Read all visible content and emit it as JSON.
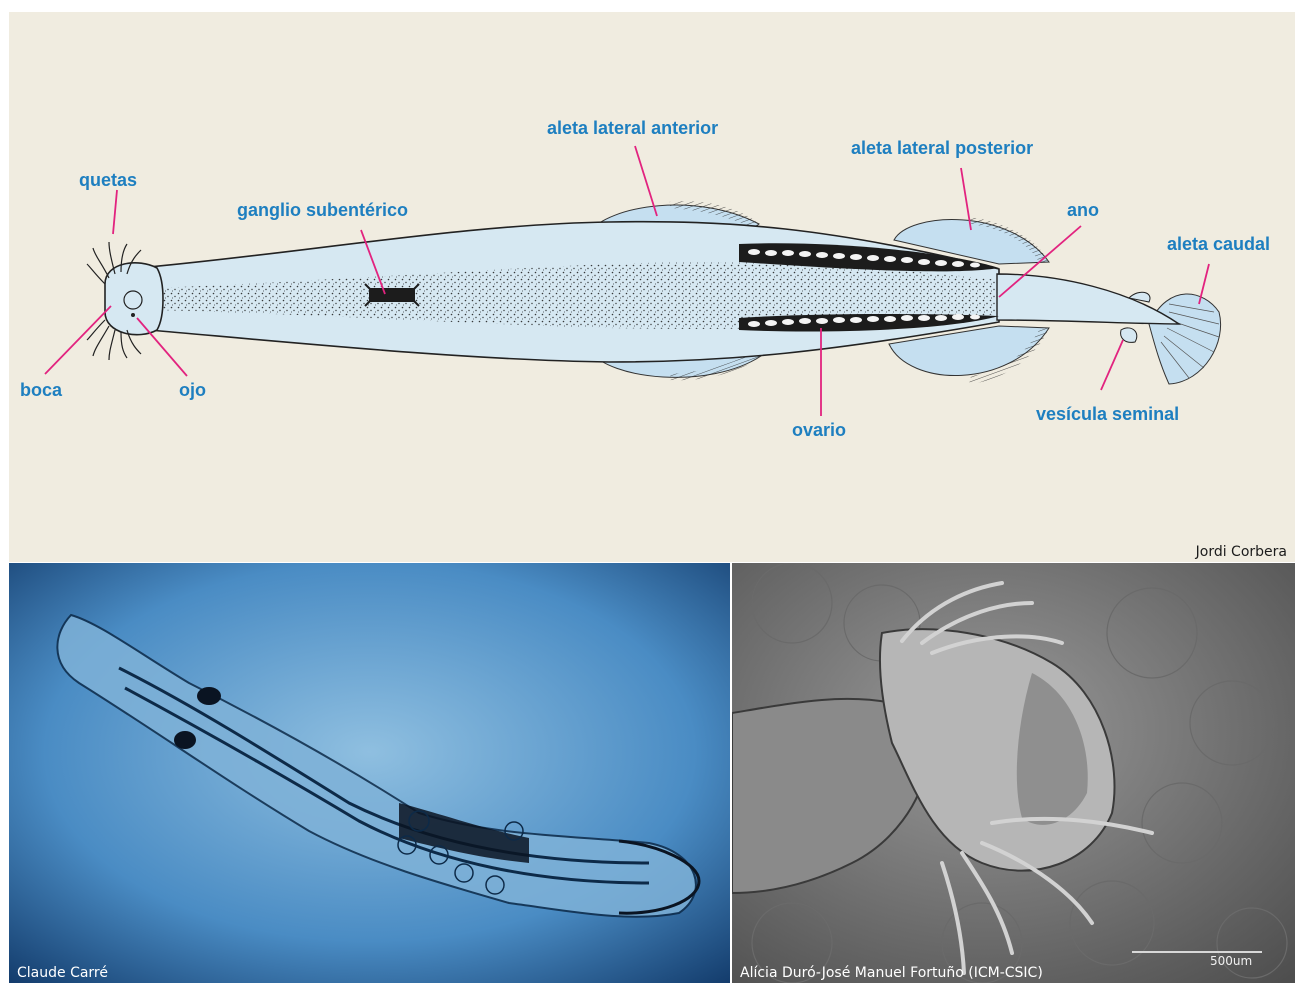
{
  "diagram": {
    "labels": {
      "quetas": "quetas",
      "ganglio": "ganglio subentérico",
      "aleta_anterior": "aleta lateral anterior",
      "aleta_posterior": "aleta lateral posterior",
      "ano": "ano",
      "aleta_caudal": "aleta caudal",
      "boca": "boca",
      "ojo": "ojo",
      "ovario": "ovario",
      "vesicula": "vesícula seminal"
    },
    "credit": "Jordi Corbera",
    "colors": {
      "background": "#f0ece0",
      "body": "#d6e8f2",
      "fin": "#c5dff0",
      "leader": "#e2237f",
      "label": "#1e7fc0"
    }
  },
  "photo_left": {
    "credit": "Claude Carré"
  },
  "photo_right": {
    "credit": "Alícia Duró-José Manuel Fortuño (ICM-CSIC)",
    "scale_bar": "500um"
  }
}
